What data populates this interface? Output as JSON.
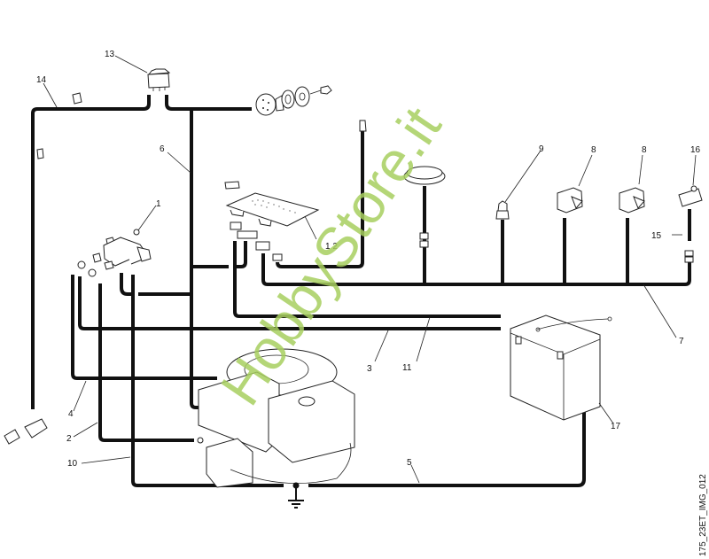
{
  "diagram": {
    "title": "Wiring harness exploded view",
    "reference_code": "175_23ET_IMG_012",
    "watermark": "HobbyStore.it",
    "watermark_color": "#a8cf60",
    "wire_color": "#111111",
    "callouts": [
      {
        "id": "1",
        "label": "1",
        "part": "starter-solenoid"
      },
      {
        "id": "2",
        "label": "2",
        "part": "wire-2"
      },
      {
        "id": "3",
        "label": "3",
        "part": "wire-3"
      },
      {
        "id": "4",
        "label": "4",
        "part": "wire-4"
      },
      {
        "id": "5",
        "label": "5",
        "part": "ground-cable"
      },
      {
        "id": "6",
        "label": "6",
        "part": "wire-6"
      },
      {
        "id": "7",
        "label": "7",
        "part": "main-harness"
      },
      {
        "id": "8a",
        "label": "8",
        "part": "safety-switch"
      },
      {
        "id": "8b",
        "label": "8",
        "part": "safety-switch"
      },
      {
        "id": "9",
        "label": "9",
        "part": "oil-pressure-sensor"
      },
      {
        "id": "10",
        "label": "10",
        "part": "wire-10"
      },
      {
        "id": "11",
        "label": "11",
        "part": "wire-11"
      },
      {
        "id": "12",
        "label": "1 2",
        "part": "control-board"
      },
      {
        "id": "13",
        "label": "13",
        "part": "rocker-switch"
      },
      {
        "id": "14",
        "label": "14",
        "part": "light-harness"
      },
      {
        "id": "15",
        "label": "15",
        "part": "connector"
      },
      {
        "id": "16",
        "label": "16",
        "part": "micro-switch"
      },
      {
        "id": "17",
        "label": "17",
        "part": "battery"
      }
    ]
  }
}
